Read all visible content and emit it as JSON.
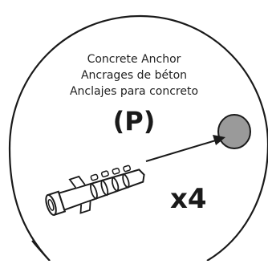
{
  "labels": {
    "english": "Concrete Anchor",
    "french": "Ancrages de béton",
    "spanish": "Anclajes para concreto"
  },
  "part_code": "(P)",
  "quantity": "x4",
  "colors": {
    "line": "#1a1a1a",
    "hole_fill": "#9a9a9a",
    "background": "#ffffff"
  }
}
